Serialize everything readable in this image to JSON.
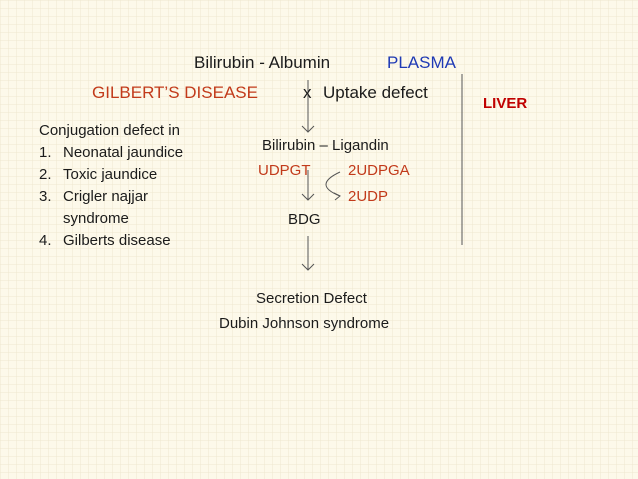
{
  "plasma_line": {
    "prefix": "Bilirubin -  Albumin",
    "plasma_label": "PLASMA"
  },
  "uptake_line": {
    "disease": "GILBERT’S DISEASE",
    "x_mark": "x",
    "uptake": "Uptake defect"
  },
  "liver_label": "LIVER",
  "conjugation": {
    "heading": "Conjugation  defect  in",
    "items": [
      {
        "num": "1.",
        "text": "Neonatal jaundice"
      },
      {
        "num": "2.",
        "text": "Toxic jaundice"
      },
      {
        "num": "3.",
        "text": "Crigler najjar"
      },
      {
        "num": "",
        "text": "syndrome"
      },
      {
        "num": "4.",
        "text": "Gilberts disease"
      }
    ]
  },
  "pathway": {
    "ligandin": "Bilirubin – Ligandin",
    "udpgt": "UDPGT",
    "udpga": "2UDPGA",
    "udp": "2UDP",
    "bdg": "BDG",
    "secretion": "Secretion  Defect",
    "syndrome": "Dubin Johnson  syndrome"
  },
  "colors": {
    "background": "#fdf9ea",
    "text": "#1b1b1b",
    "plasma": "#1f3ab5",
    "red_text": "#c23a1a",
    "liver": "#c00000",
    "arrow": "#555555"
  }
}
